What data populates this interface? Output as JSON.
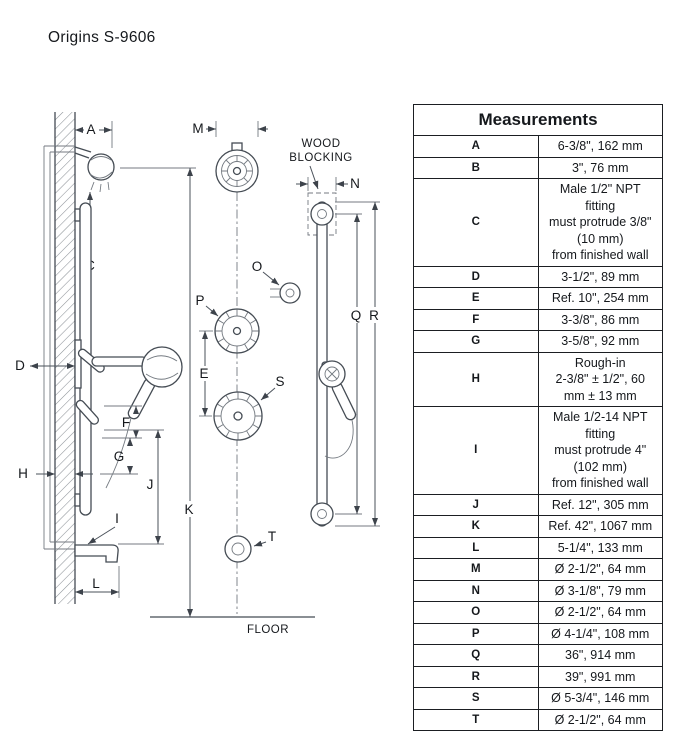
{
  "page": {
    "title": "Origins S-9606"
  },
  "diagram": {
    "labels": {
      "a": "A",
      "c": "C",
      "d": "D",
      "e": "E",
      "f": "F",
      "g": "G",
      "h": "H",
      "i": "I",
      "j": "J",
      "k": "K",
      "l": "L",
      "m": "M",
      "n": "N",
      "o": "O",
      "p": "P",
      "q": "Q",
      "r": "R",
      "s": "S",
      "t": "T"
    },
    "annotations": {
      "wood_line1": "WOOD",
      "wood_line2": "BLOCKING",
      "floor": "FLOOR"
    }
  },
  "table": {
    "title": "Measurements",
    "rows": [
      {
        "key": "A",
        "value": "6-3/8\", 162 mm"
      },
      {
        "key": "B",
        "value": "3\", 76 mm"
      },
      {
        "key": "C",
        "value": "Male 1/2\" NPT fitting\nmust protrude 3/8\" (10 mm)\nfrom finished wall"
      },
      {
        "key": "D",
        "value": "3-1/2\", 89 mm"
      },
      {
        "key": "E",
        "value": "Ref. 10\", 254 mm"
      },
      {
        "key": "F",
        "value": "3-3/8\", 86 mm"
      },
      {
        "key": "G",
        "value": "3-5/8\", 92 mm"
      },
      {
        "key": "H",
        "value": "Rough-in\n2-3/8\" ± 1/2\", 60 mm ± 13 mm"
      },
      {
        "key": "I",
        "value": "Male 1/2-14 NPT fitting\nmust protrude 4\" (102 mm)\nfrom finished wall"
      },
      {
        "key": "J",
        "value": "Ref. 12\", 305 mm"
      },
      {
        "key": "K",
        "value": "Ref. 42\", 1067 mm"
      },
      {
        "key": "L",
        "value": "5-1/4\", 133 mm"
      },
      {
        "key": "M",
        "value": "Ø 2-1/2\", 64 mm"
      },
      {
        "key": "N",
        "value": "Ø 3-1/8\", 79 mm"
      },
      {
        "key": "O",
        "value": "Ø 2-1/2\", 64 mm"
      },
      {
        "key": "P",
        "value": "Ø 4-1/4\", 108 mm"
      },
      {
        "key": "Q",
        "value": "36\", 914 mm"
      },
      {
        "key": "R",
        "value": "39\", 991 mm"
      },
      {
        "key": "S",
        "value": "Ø 5-3/4\", 146 mm"
      },
      {
        "key": "T",
        "value": "Ø 2-1/2\", 64 mm"
      }
    ]
  }
}
